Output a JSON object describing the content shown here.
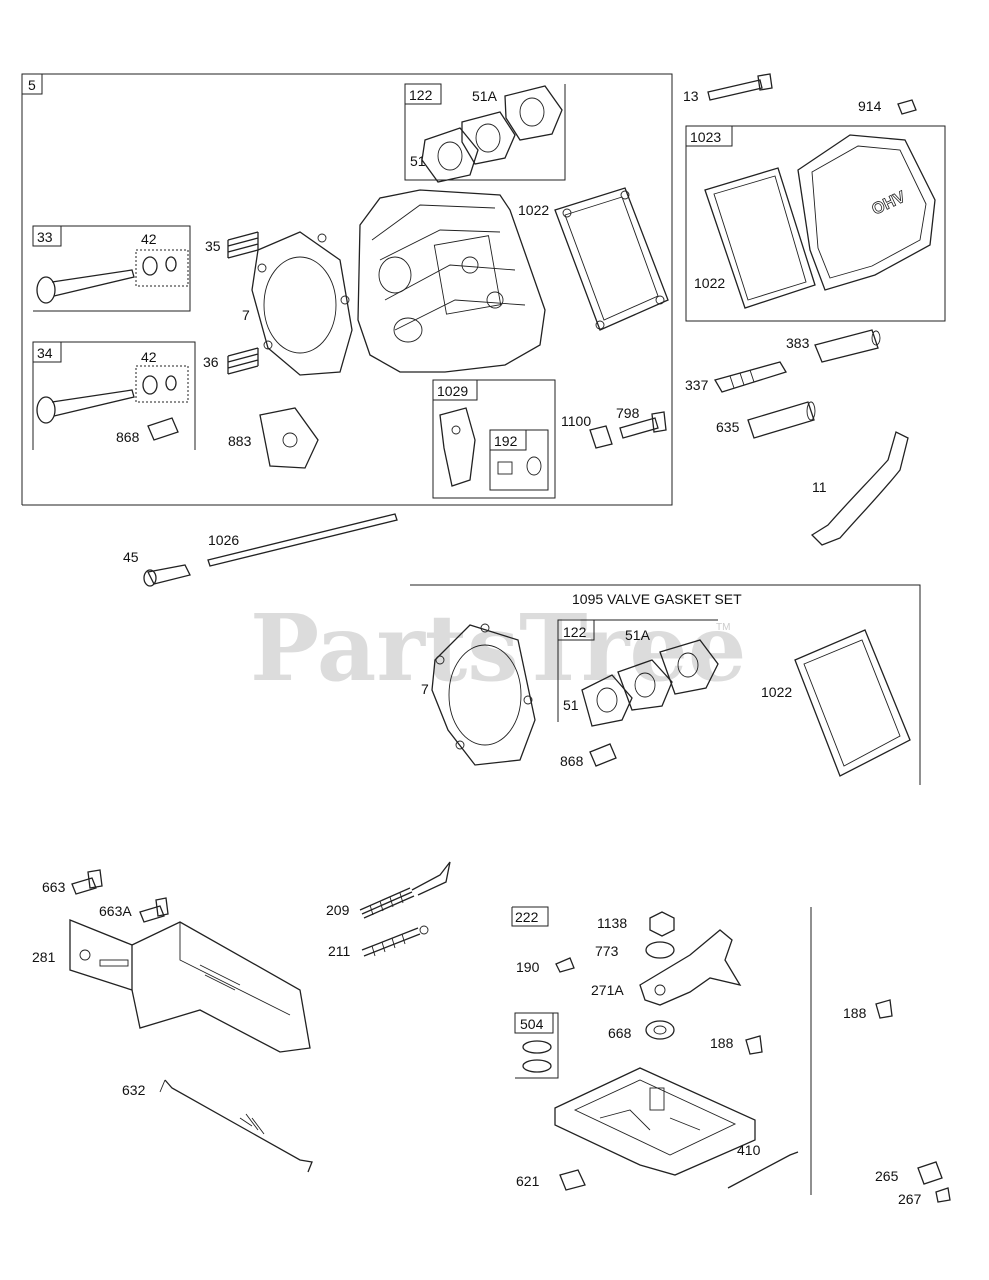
{
  "watermark": "PartsTree",
  "watermark_tm": "TM",
  "group_titles": {
    "valve_gasket_set": "1095 VALVE GASKET SET"
  },
  "labels": {
    "l5": "5",
    "l122a": "122",
    "l51a_a": "51A",
    "l51_a": "51",
    "l1022_a": "1022",
    "l33": "33",
    "l42_a": "42",
    "l35": "35",
    "l7_a": "7",
    "l34": "34",
    "l42_b": "42",
    "l36": "36",
    "l868_a": "868",
    "l883": "883",
    "l1029": "1029",
    "l192": "192",
    "l1100": "1100",
    "l798": "798",
    "l13": "13",
    "l914": "914",
    "l1023": "1023",
    "l1022_b": "1022",
    "l383": "383",
    "l337": "337",
    "l635": "635",
    "l11": "11",
    "l45": "45",
    "l1026": "1026",
    "l122b": "122",
    "l51a_b": "51A",
    "l7_b": "7",
    "l51_b": "51",
    "l1022_c": "1022",
    "l868_b": "868",
    "l663": "663",
    "l663a": "663A",
    "l281": "281",
    "l209": "209",
    "l211": "211",
    "l632": "632",
    "l222": "222",
    "l1138": "1138",
    "l773": "773",
    "l190": "190",
    "l271a": "271A",
    "l504": "504",
    "l668": "668",
    "l188_a": "188",
    "l188_b": "188",
    "l410": "410",
    "l621": "621",
    "l265": "265",
    "l267": "267"
  }
}
